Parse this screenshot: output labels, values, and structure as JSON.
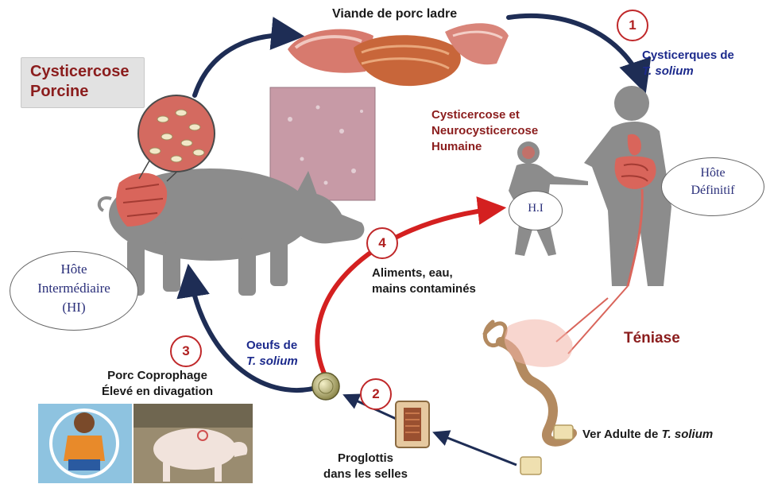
{
  "labels": {
    "viande": "Viande de porc ladre",
    "cysticerques_line1": "Cysticerques de",
    "t_solium": "T. solium",
    "cysticercose_porcine_line1": "Cysticercose",
    "cysticercose_porcine_line2": "Porcine",
    "humaine_line1": "Cysticercose et",
    "humaine_line2": "Neurocysticercose",
    "humaine_line3": "Humaine",
    "hote_definitif_line1": "Hôte",
    "hote_definitif_line2": "Définitif",
    "hi_small": "H.I",
    "hote_intermediaire_line1": "Hôte",
    "hote_intermediaire_line2": "Intermédiaire",
    "hote_intermediaire_line3": "(HI)",
    "aliments_line1": "Aliments, eau,",
    "aliments_line2": "mains contaminés",
    "teniase": "Téniase",
    "oeufs_line1": "Oeufs de",
    "porc_copro_line1": "Porc Coprophage",
    "porc_copro_line2": "Élevé en divagation",
    "ver_adulte_prefix": "Ver Adulte de ",
    "proglottis_line1": "Proglottis",
    "proglottis_line2": "dans les selles"
  },
  "steps": [
    "1",
    "2",
    "3",
    "4"
  ],
  "colors": {
    "cycle_arrow": "#1e2d55",
    "infection_arrow": "#d42020",
    "step_circle": "#c0282a",
    "navy_text": "#1c2a8c",
    "maroon_text": "#8b1d1d",
    "silhouette": "#8c8c8c",
    "muscle": "#d9655b"
  }
}
